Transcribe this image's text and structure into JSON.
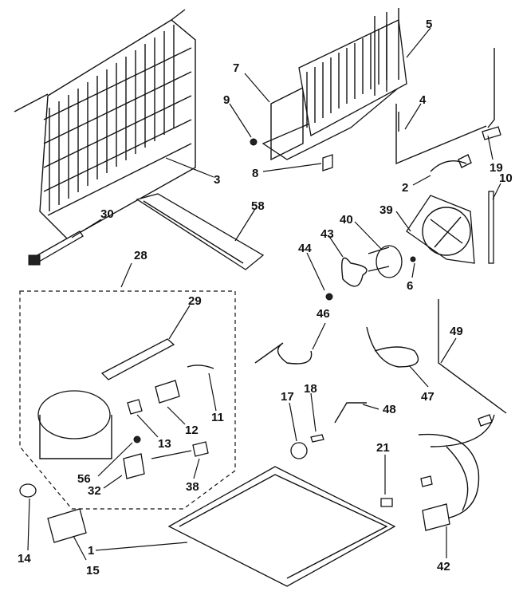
{
  "diagram": {
    "callouts": [
      {
        "id": "c1",
        "text": "1"
      },
      {
        "id": "c2",
        "text": "2"
      },
      {
        "id": "c3",
        "text": "3"
      },
      {
        "id": "c4",
        "text": "4"
      },
      {
        "id": "c5",
        "text": "5"
      },
      {
        "id": "c6",
        "text": "6"
      },
      {
        "id": "c7",
        "text": "7"
      },
      {
        "id": "c8",
        "text": "8"
      },
      {
        "id": "c9",
        "text": "9"
      },
      {
        "id": "c10",
        "text": "10"
      },
      {
        "id": "c11",
        "text": "11"
      },
      {
        "id": "c12",
        "text": "12"
      },
      {
        "id": "c13",
        "text": "13"
      },
      {
        "id": "c14",
        "text": "14"
      },
      {
        "id": "c15",
        "text": "15"
      },
      {
        "id": "c17",
        "text": "17"
      },
      {
        "id": "c18",
        "text": "18"
      },
      {
        "id": "c19",
        "text": "19"
      },
      {
        "id": "c21",
        "text": "21"
      },
      {
        "id": "c28",
        "text": "28"
      },
      {
        "id": "c29",
        "text": "29"
      },
      {
        "id": "c30",
        "text": "30"
      },
      {
        "id": "c32",
        "text": "32"
      },
      {
        "id": "c38",
        "text": "38"
      },
      {
        "id": "c39",
        "text": "39"
      },
      {
        "id": "c40",
        "text": "40"
      },
      {
        "id": "c42",
        "text": "42"
      },
      {
        "id": "c43",
        "text": "43"
      },
      {
        "id": "c44",
        "text": "44"
      },
      {
        "id": "c46",
        "text": "46"
      },
      {
        "id": "c47",
        "text": "47"
      },
      {
        "id": "c48",
        "text": "48"
      },
      {
        "id": "c49",
        "text": "49"
      },
      {
        "id": "c56",
        "text": "56"
      },
      {
        "id": "c58",
        "text": "58"
      }
    ]
  }
}
